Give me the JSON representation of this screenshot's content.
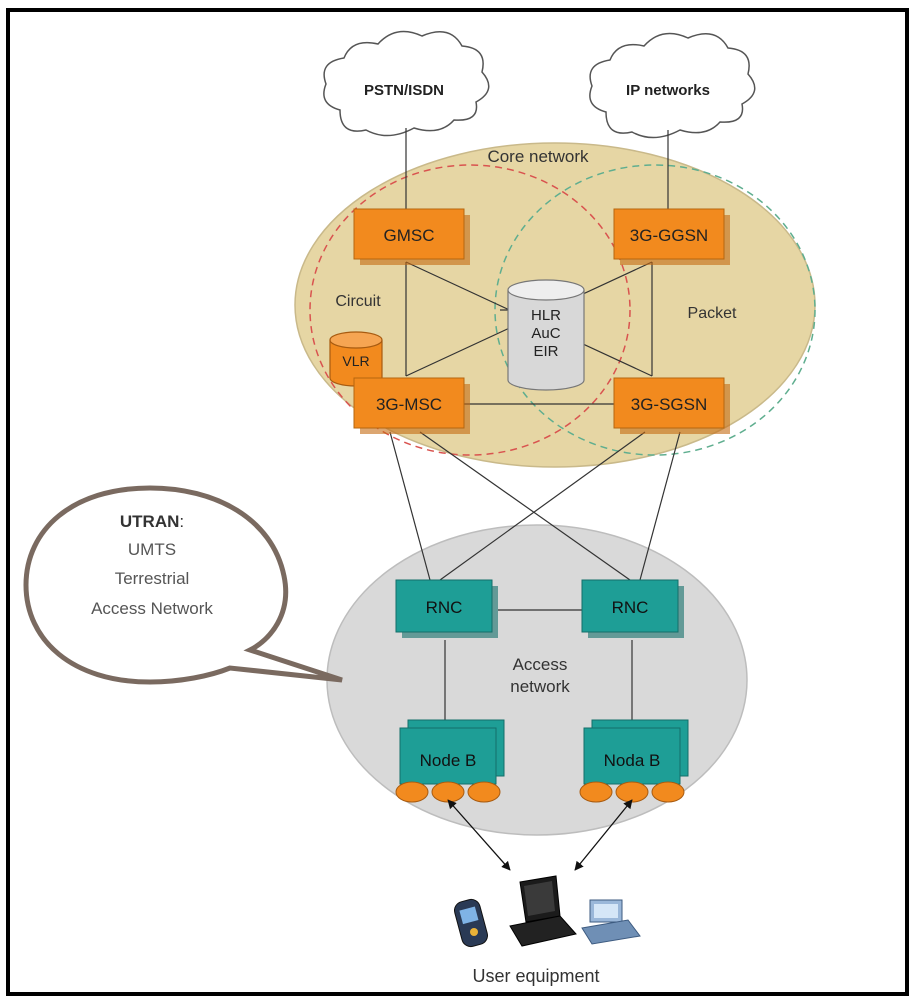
{
  "clouds": {
    "pstn": "PSTN/ISDN",
    "ip": "IP networks"
  },
  "core": {
    "label": "Core network",
    "circuit_label": "Circuit",
    "packet_label": "Packet",
    "nodes": {
      "gmsc": "GMSC",
      "ggsn": "3G-GGSN",
      "msc": "3G-MSC",
      "sgsn": "3G-SGSN",
      "vlr": "VLR"
    },
    "hlr_lines": [
      "HLR",
      "AuC",
      "EIR"
    ]
  },
  "access": {
    "label_line1": "Access",
    "label_line2": "network",
    "rnc_left": "RNC",
    "rnc_right": "RNC",
    "nodeb_left": "Node B",
    "nodeb_right": "Noda B"
  },
  "callout": {
    "title": "UTRAN",
    "title_suffix": ":",
    "line1": "UMTS",
    "line2": "Terrestrial",
    "line3": "Access Network"
  },
  "user_equipment": "User equipment",
  "colors": {
    "core_fill": "#e6d6a4",
    "access_fill": "#d9d9d9",
    "core_node": "#f28a1e",
    "access_node": "#1e9e96",
    "circuit_dash": "#d9534f",
    "packet_dash": "#5fae8f"
  },
  "icons": [
    "mobile-phone-icon",
    "laptop-icon",
    "desktop-pc-icon"
  ]
}
